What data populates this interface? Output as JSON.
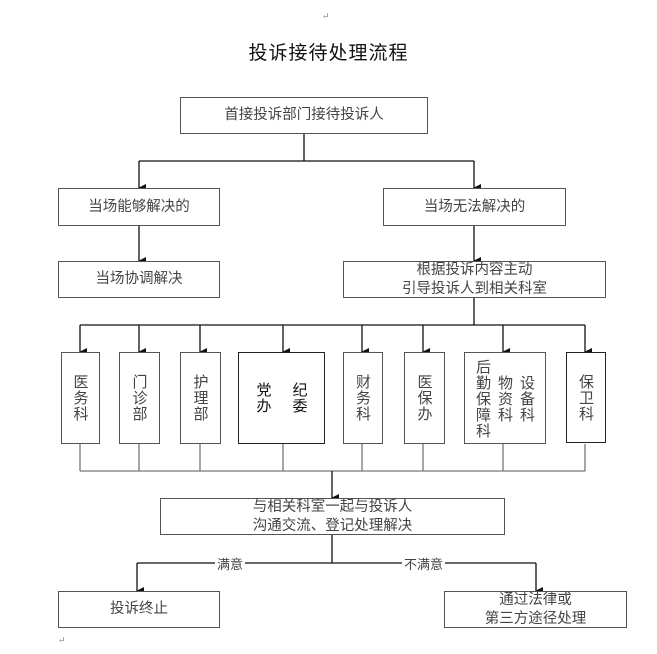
{
  "title": "投诉接待处理流程",
  "paragraph_mark": "↵",
  "nodes": {
    "start": "首接投诉部门接待投诉人",
    "can_resolve": "当场能够解决的",
    "cannot_resolve": "当场无法解决的",
    "coordinate": "当场协调解决",
    "guide_line1": "根据投诉内容主动",
    "guide_line2": "引导投诉人到相关科室",
    "communicate_line1": "与相关科室一起与投诉人",
    "communicate_line2": "沟通交流、登记处理解决",
    "end": "投诉终止",
    "legal_line1": "通过法律或",
    "legal_line2": "第三方途径处理"
  },
  "departments": [
    {
      "id": "medical-affairs",
      "columns": [
        "医务科"
      ]
    },
    {
      "id": "outpatient",
      "columns": [
        "门诊部"
      ]
    },
    {
      "id": "nursing",
      "columns": [
        "护理部"
      ]
    },
    {
      "id": "party-discipline",
      "columns": [
        "党办",
        "纪委"
      ]
    },
    {
      "id": "finance",
      "columns": [
        "财务科"
      ]
    },
    {
      "id": "medical-insurance",
      "columns": [
        "医保办"
      ]
    },
    {
      "id": "logistics",
      "columns": [
        "后勤保障科",
        "物资科",
        "设备科"
      ]
    },
    {
      "id": "security",
      "columns": [
        "保卫科"
      ]
    }
  ],
  "edge_labels": {
    "satisfied": "满意",
    "unsatisfied": "不满意"
  }
}
